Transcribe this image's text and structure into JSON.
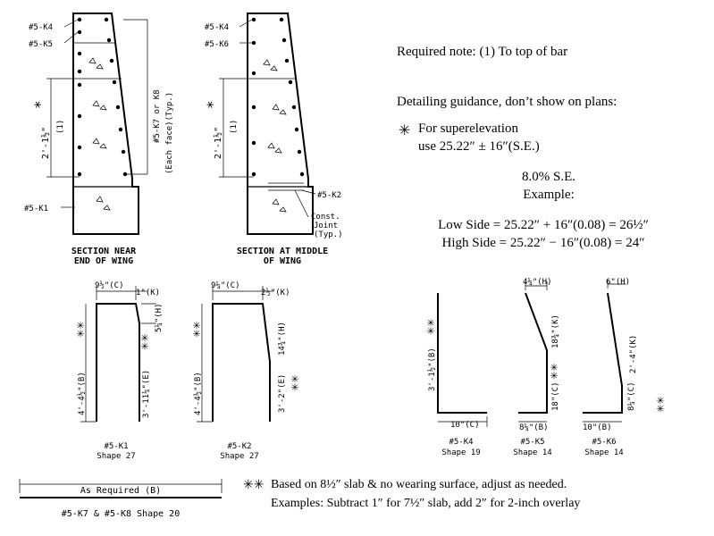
{
  "sec1": {
    "k4": "#5-K4",
    "k5": "#5-K5",
    "k1": "#5-K1",
    "k7k8": "#5-K7 or K8",
    "each_face": "(Each face)(Typ.)",
    "dim": "2'-1½\"",
    "star": "*",
    "note1": "(1)",
    "caption_l1": "SECTION NEAR",
    "caption_l2": "END OF WING"
  },
  "sec2": {
    "k4": "#5-K4",
    "k6": "#5-K6",
    "k2": "#5-K2",
    "const_l1": "Const.",
    "const_l2": "Joint",
    "const_l3": "(Typ.)",
    "dim": "2'-1½\"",
    "star": "*",
    "note1": "(1)",
    "caption_l1": "SECTION AT MIDDLE",
    "caption_l2": "OF WING"
  },
  "notes": {
    "required": "Required note: (1) To top of bar",
    "guidance": "Detailing guidance, don’t show on plans:",
    "star": "✳",
    "super_l1": "For superelevation",
    "super_l2": "use 25.22″ ± 16″(S.E.)",
    "se": "8.0% S.E.",
    "example": "Example:",
    "low": "Low Side = 25.22″ + 16″(0.08) = 26½″",
    "high": "High Side = 25.22″ − 16″(0.08) = 24″"
  },
  "k1": {
    "c": "9½\"(C)",
    "k": "1\"(K)",
    "h": "5¼\"(H)",
    "b": "4'-4½\"(B)",
    "e": "3'-11¼\"(E)",
    "dstar": "✳✳",
    "label": "#5-K1",
    "shape": "Shape 27"
  },
  "k2": {
    "c": "9¼\"(C)",
    "k": "2½\"(K)",
    "h": "14¾\"(H)",
    "b": "4'-4½\"(B)",
    "e": "3'-2\"(E)",
    "dstar": "✳✳",
    "label": "#5-K2",
    "shape": "Shape 27"
  },
  "k4": {
    "b": "3'-1½\"(B)",
    "c": "10\"(C)",
    "dstar": "✳✳",
    "label": "#5-K4",
    "shape": "Shape 19"
  },
  "k5": {
    "h": "4¼\"(H)",
    "k": "18¾\"(K)",
    "c": "18\"(C)",
    "b": "8¼\"(B)",
    "dstar": "✳✳",
    "label": "#5-K5",
    "shape": "Shape 14"
  },
  "k6": {
    "h": "6\"(H)",
    "k": "2'-4\"(K)",
    "c": "8¼\"(C)",
    "b": "10\"(B)",
    "dstar": "✳✳",
    "label": "#5-K6",
    "shape": "Shape 14"
  },
  "bar": {
    "label": "As Required (B)",
    "caption": "#5-K7 & #5-K8 Shape 20"
  },
  "foot": {
    "dstar": "✳✳",
    "l1": "Based on 8½″ slab & no wearing surface, adjust as needed.",
    "l2": "Examples: Subtract 1″ for 7½″ slab, add 2″ for 2-inch overlay"
  }
}
